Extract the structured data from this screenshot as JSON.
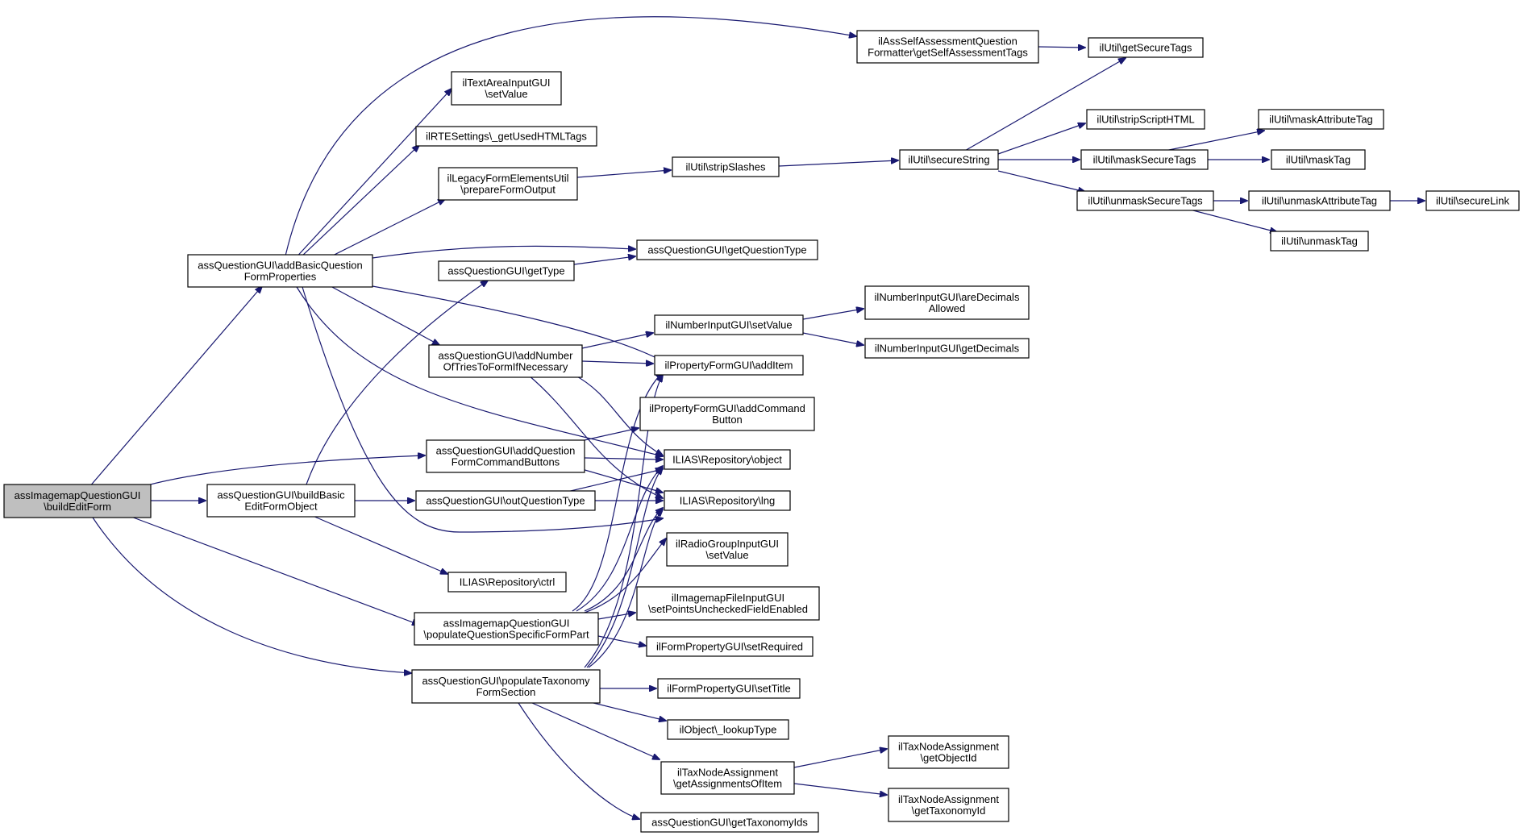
{
  "nodes": {
    "root": [
      "assImagemapQuestionGUI",
      "\\buildEditForm"
    ],
    "addBasic": [
      "assQuestionGUI\\addBasicQuestion",
      "FormProperties"
    ],
    "buildBasic": [
      "assQuestionGUI\\buildBasic",
      "EditFormObject"
    ],
    "populateSpecific": [
      "assImagemapQuestionGUI",
      "\\populateQuestionSpecificFormPart"
    ],
    "populateTax": [
      "assQuestionGUI\\populateTaxonomy",
      "FormSection"
    ],
    "selfAssess": [
      "ilAssSelfAssessmentQuestion",
      "Formatter\\getSelfAssessmentTags"
    ],
    "textArea": [
      "ilTextAreaInputGUI",
      "\\setValue"
    ],
    "rteSettings": [
      "ilRTESettings\\_getUsedHTMLTags"
    ],
    "legacyForm": [
      "ilLegacyFormElementsUtil",
      "\\prepareFormOutput"
    ],
    "getType": [
      "assQuestionGUI\\getType"
    ],
    "addNumber": [
      "assQuestionGUI\\addNumber",
      "OfTriesToFormIfNecessary"
    ],
    "addQCmd": [
      "assQuestionGUI\\addQuestion",
      "FormCommandButtons"
    ],
    "outQType": [
      "assQuestionGUI\\outQuestionType"
    ],
    "ctrl": [
      "ILIAS\\Repository\\ctrl"
    ],
    "getQType": [
      "assQuestionGUI\\getQuestionType"
    ],
    "stripSlashes": [
      "ilUtil\\stripSlashes"
    ],
    "numSetValue": [
      "ilNumberInputGUI\\setValue"
    ],
    "addItem": [
      "ilPropertyFormGUI\\addItem"
    ],
    "addCmdBtn": [
      "ilPropertyFormGUI\\addCommand",
      "Button"
    ],
    "object": [
      "ILIAS\\Repository\\object"
    ],
    "lng": [
      "ILIAS\\Repository\\lng"
    ],
    "radio": [
      "ilRadioGroupInputGUI",
      "\\setValue"
    ],
    "imagemapFile": [
      "ilImagemapFileInputGUI",
      "\\setPointsUncheckedFieldEnabled"
    ],
    "setRequired": [
      "ilFormPropertyGUI\\setRequired"
    ],
    "setTitle": [
      "ilFormPropertyGUI\\setTitle"
    ],
    "lookupType": [
      "ilObject\\_lookupType"
    ],
    "getAssign": [
      "ilTaxNodeAssignment",
      "\\getAssignmentsOfItem"
    ],
    "getTaxIds": [
      "assQuestionGUI\\getTaxonomyIds"
    ],
    "secureString": [
      "ilUtil\\secureString"
    ],
    "getSecureTags": [
      "ilUtil\\getSecureTags"
    ],
    "stripScript": [
      "ilUtil\\stripScriptHTML"
    ],
    "maskSecure": [
      "ilUtil\\maskSecureTags"
    ],
    "unmaskSecure": [
      "ilUtil\\unmaskSecureTags"
    ],
    "maskAttr": [
      "ilUtil\\maskAttributeTag"
    ],
    "maskTag": [
      "ilUtil\\maskTag"
    ],
    "unmaskAttr": [
      "ilUtil\\unmaskAttributeTag"
    ],
    "unmaskTag": [
      "ilUtil\\unmaskTag"
    ],
    "secureLink": [
      "ilUtil\\secureLink"
    ],
    "areDecimals": [
      "ilNumberInputGUI\\areDecimals",
      "Allowed"
    ],
    "getDecimals": [
      "ilNumberInputGUI\\getDecimals"
    ],
    "getObjectId": [
      "ilTaxNodeAssignment",
      "\\getObjectId"
    ],
    "getTaxonomyId": [
      "ilTaxNodeAssignment",
      "\\getTaxonomyId"
    ]
  },
  "colors": {
    "edge": "#191970",
    "root_fill": "#bfbfbf"
  }
}
